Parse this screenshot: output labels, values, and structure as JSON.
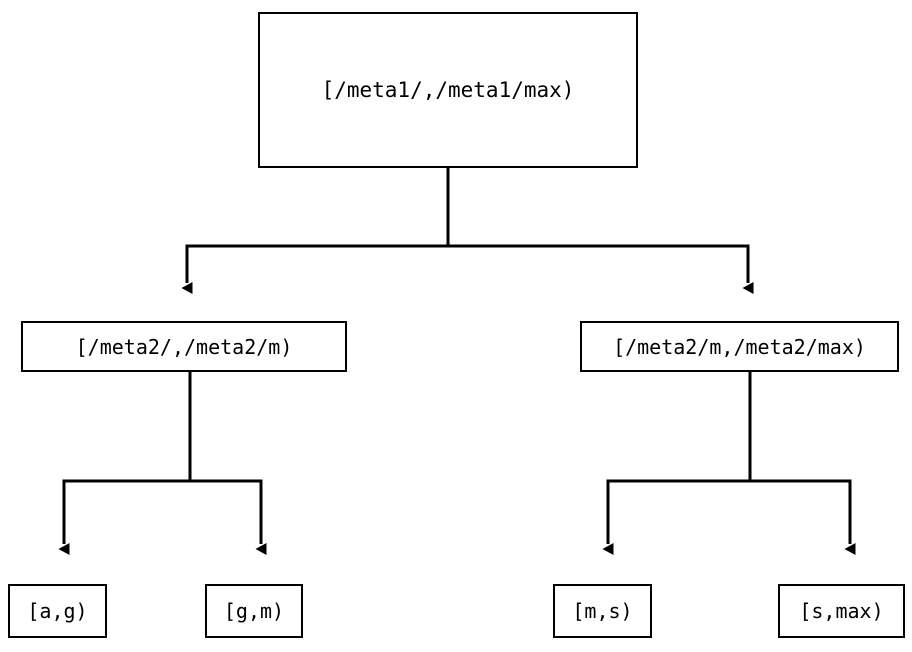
{
  "diagram": {
    "type": "binary-tree",
    "title_visible": false,
    "colors": {
      "background": "#ffffff",
      "stroke": "#000000",
      "text": "#000000",
      "node_fill": "#ffffff"
    },
    "nodes": {
      "root": {
        "id": "root",
        "label": "[/meta1/,/meta1/max)",
        "level": 0
      },
      "mid_left": {
        "id": "mid-left",
        "label": "[/meta2/,/meta2/m)",
        "level": 1
      },
      "mid_right": {
        "id": "mid-right",
        "label": "[/meta2/m,/meta2/max)",
        "level": 1
      },
      "leaf_1": {
        "id": "leaf-a-g",
        "label": "[a,g)",
        "level": 2
      },
      "leaf_2": {
        "id": "leaf-g-m",
        "label": "[g,m)",
        "level": 2
      },
      "leaf_3": {
        "id": "leaf-m-s",
        "label": "[m,s)",
        "level": 2
      },
      "leaf_4": {
        "id": "leaf-s-max",
        "label": "[s,max)",
        "level": 2
      }
    },
    "edges": [
      {
        "from": "root",
        "to": "mid_left",
        "arrow": "triangle"
      },
      {
        "from": "root",
        "to": "mid_right",
        "arrow": "triangle"
      },
      {
        "from": "mid_left",
        "to": "leaf_1",
        "arrow": "triangle"
      },
      {
        "from": "mid_left",
        "to": "leaf_2",
        "arrow": "triangle"
      },
      {
        "from": "mid_right",
        "to": "leaf_3",
        "arrow": "triangle"
      },
      {
        "from": "mid_right",
        "to": "leaf_4",
        "arrow": "triangle"
      }
    ]
  }
}
